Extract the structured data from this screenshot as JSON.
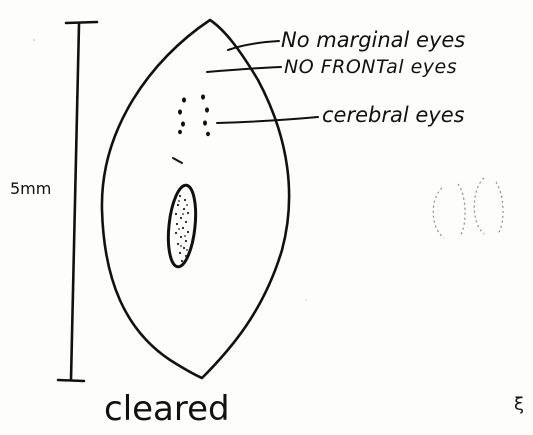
{
  "figure": {
    "scale_label": "5mm",
    "labels": {
      "marginal": "No marginal eyes",
      "frontal": "NO FRONTal eyes",
      "cerebral": "cerebral eyes"
    },
    "caption": "cleared",
    "corner_mark": "ξ"
  }
}
